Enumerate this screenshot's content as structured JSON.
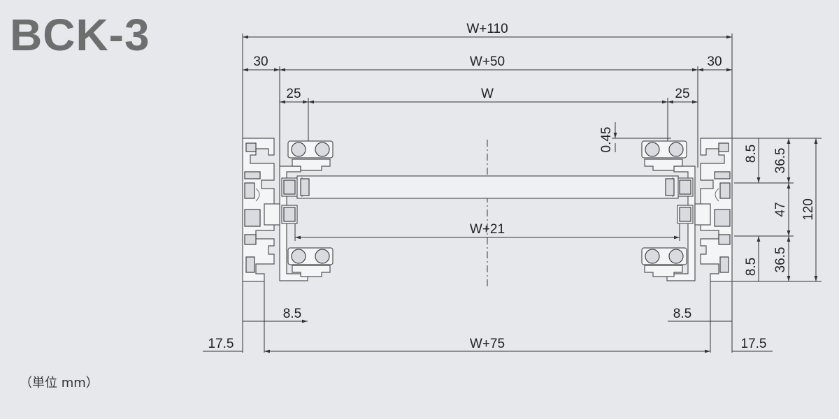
{
  "title": "BCK-3",
  "unit_note": "（単位 mm）",
  "dimensions": {
    "w110": "W+110",
    "w50": "W+50",
    "w": "W",
    "w21": "W+21",
    "w75": "W+75",
    "left_30": "30",
    "right_30": "30",
    "left_25": "25",
    "right_25": "25",
    "left_8_5": "8.5",
    "right_8_5": "8.5",
    "left_17_5": "17.5",
    "right_17_5": "17.5",
    "v_0_45": "0.45",
    "v_8_5_top": "8.5",
    "v_36_5_top": "36.5",
    "v_47": "47",
    "v_36_5_bottom": "36.5",
    "v_8_5_bottom": "8.5",
    "v_120": "120"
  },
  "colors": {
    "background": "#e6e8ec",
    "title": "#6e6e6e"
  }
}
